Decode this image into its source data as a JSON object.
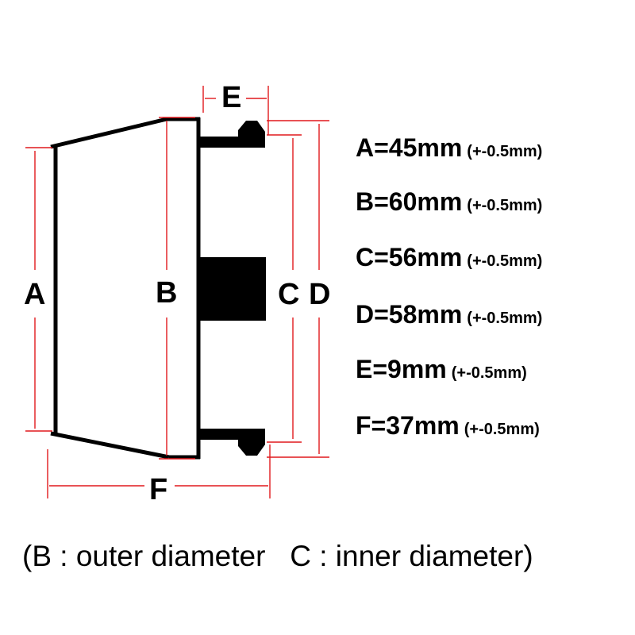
{
  "diagram": {
    "labels": {
      "a": "A",
      "b": "B",
      "c": "C",
      "d": "D",
      "e": "E",
      "f": "F"
    },
    "colors": {
      "outline": "#000000",
      "dimension": "#e0191d",
      "background": "#ffffff"
    }
  },
  "specs": [
    {
      "main": "A=45mm",
      "tolerance": "(+-0.5mm)"
    },
    {
      "main": "B=60mm",
      "tolerance": "(+-0.5mm)"
    },
    {
      "main": "C=56mm",
      "tolerance": "(+-0.5mm)"
    },
    {
      "main": "D=58mm",
      "tolerance": "(+-0.5mm)"
    },
    {
      "main": "E=9mm",
      "tolerance": "(+-0.5mm)"
    },
    {
      "main": "F=37mm",
      "tolerance": "(+-0.5mm)"
    }
  ],
  "caption": "(B : outer diameter   C : inner diameter)"
}
